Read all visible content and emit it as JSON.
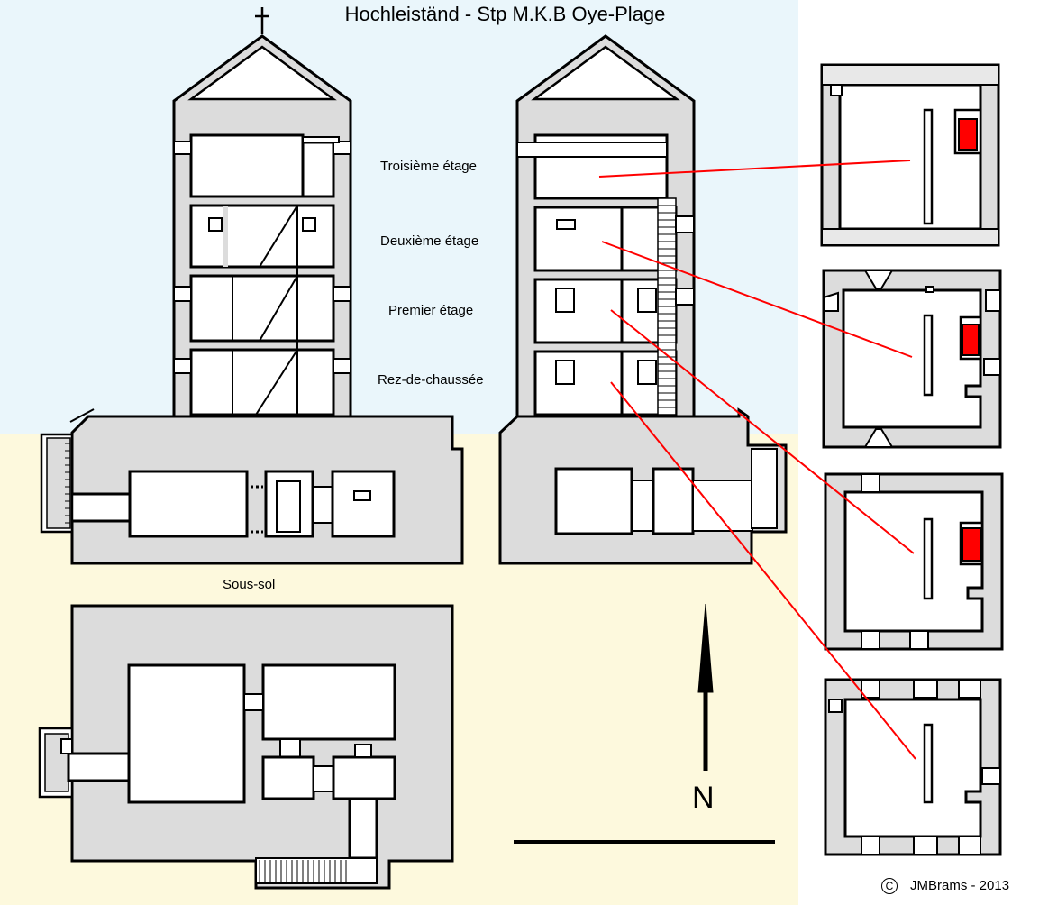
{
  "title": "Hochleiständ - Stp M.K.B Oye-Plage",
  "floors": {
    "third": "Troisième étage",
    "second": "Deuxième étage",
    "first": "Premier étage",
    "ground": "Rez-de-chaussée"
  },
  "basement": "Sous-sol",
  "north": "N",
  "credit": {
    "symbol": "C",
    "text": "JMBrams  -  2013"
  },
  "colors": {
    "sky": "#eaf6fb",
    "sand": "#fdf9dd",
    "concrete": "#dcdcdc",
    "room": "#ffffff",
    "outline": "#000000",
    "highlight": "#ff0000",
    "leader": "#ff0000"
  }
}
